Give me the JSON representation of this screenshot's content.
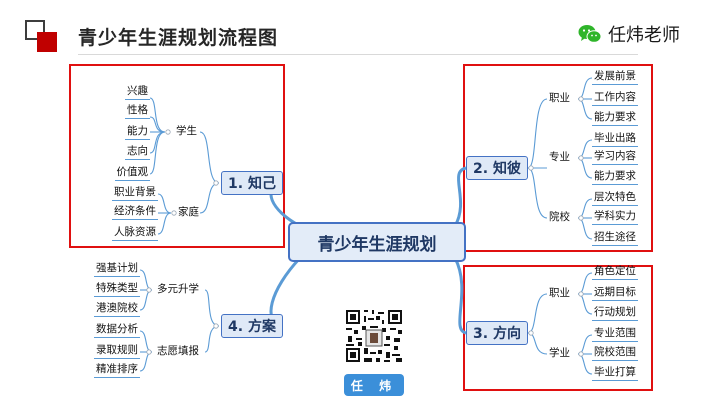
{
  "header": {
    "title": "青少年生涯规划流程图",
    "brand_name": "任炜老师",
    "brand_icon": "wechat-icon",
    "accent_color": "#c00000"
  },
  "mindmap": {
    "center": "青少年生涯规划",
    "branches": [
      {
        "label": "1. 知己",
        "groups": [
          {
            "label": "学生",
            "items": [
              "兴趣",
              "性格",
              "能力",
              "志向",
              "价值观"
            ]
          },
          {
            "label": "家庭",
            "items": [
              "职业背景",
              "经济条件",
              "人脉资源"
            ]
          }
        ]
      },
      {
        "label": "2. 知彼",
        "groups": [
          {
            "label": "职业",
            "items": [
              "发展前景",
              "工作内容",
              "能力要求"
            ]
          },
          {
            "label": "专业",
            "items": [
              "毕业出路",
              "学习内容",
              "能力要求"
            ]
          },
          {
            "label": "院校",
            "items": [
              "层次特色",
              "学科实力",
              "招生途径"
            ]
          }
        ]
      },
      {
        "label": "3. 方向",
        "groups": [
          {
            "label": "职业",
            "items": [
              "角色定位",
              "远期目标",
              "行动规划"
            ]
          },
          {
            "label": "学业",
            "items": [
              "专业范围",
              "院校范围",
              "毕业打算"
            ]
          }
        ]
      },
      {
        "label": "4. 方案",
        "groups": [
          {
            "label": "多元升学",
            "items": [
              "强基计划",
              "特殊类型",
              "港澳院校"
            ]
          },
          {
            "label": "志愿填报",
            "items": [
              "数据分析",
              "录取规则",
              "精准排序"
            ]
          }
        ]
      }
    ]
  },
  "footer": {
    "qr_icon": "qr-code-icon",
    "name_button": "任 炜"
  },
  "colors": {
    "node_border": "#4472c4",
    "node_fill": "#dfe9f7",
    "connector": "#5b9bd5",
    "highlight_frame": "#e01010"
  }
}
